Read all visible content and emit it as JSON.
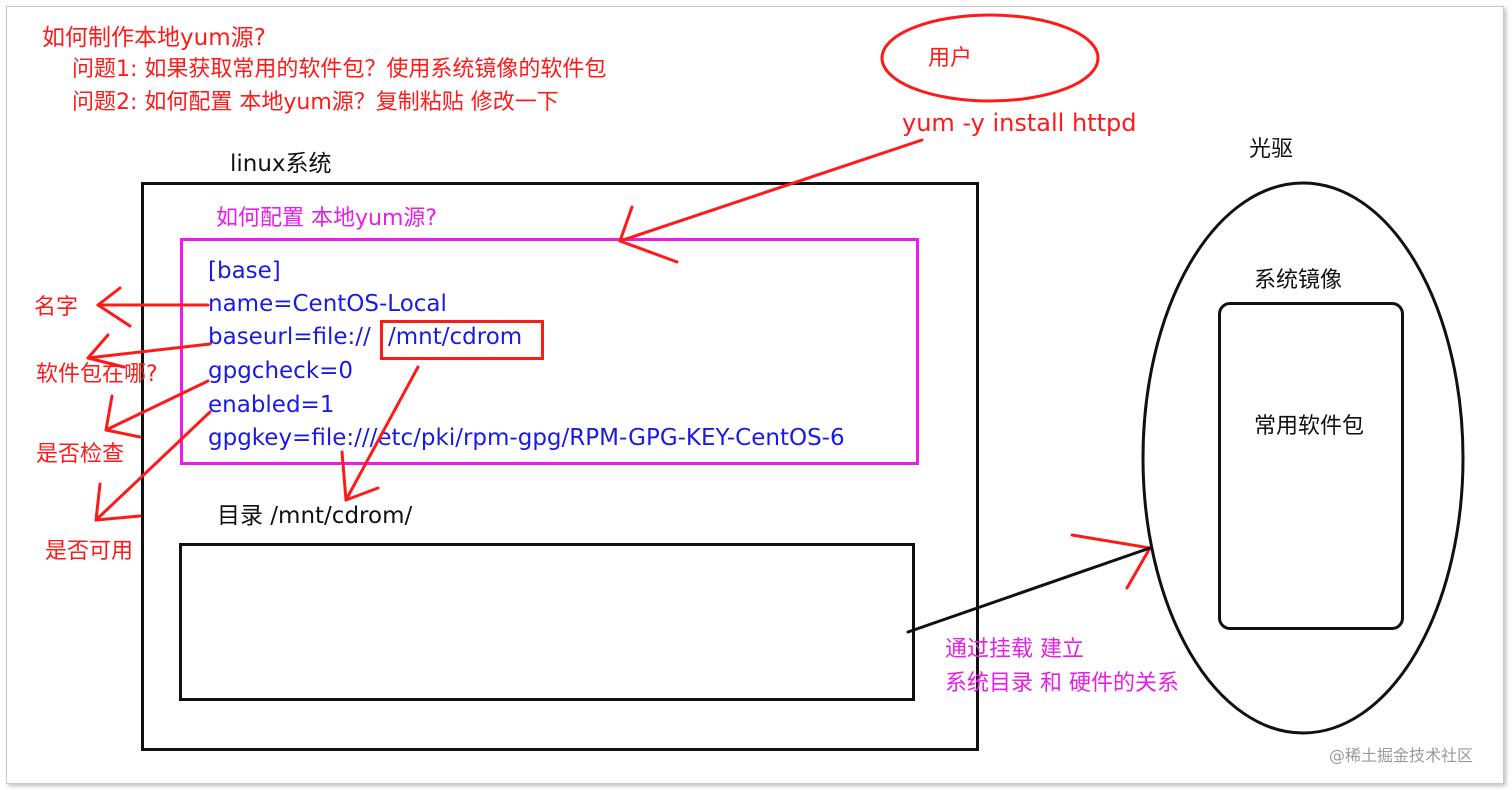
{
  "header": {
    "title": "如何制作本地yum源?",
    "q1": "问题1: 如果获取常用的软件包？使用系统镜像的软件包",
    "q2": "问题2: 如何配置 本地yum源？复制粘贴 修改一下"
  },
  "user": {
    "label": "用户",
    "command": "yum -y install httpd"
  },
  "linux_system": {
    "label": "linux系统",
    "config_heading": "如何配置 本地yum源?",
    "config_lines": [
      "[base]",
      "name=CentOS-Local",
      "baseurl=file://",
      "gpgcheck=0",
      "enabled=1",
      "gpgkey=file:///etc/pki/rpm-gpg/RPM-GPG-KEY-CentOS-6"
    ],
    "baseurl_path": "/mnt/cdrom",
    "mount_dir_label": "目录 /mnt/cdrom/"
  },
  "annotations": {
    "name": "名字",
    "package_where": "软件包在哪?",
    "check": "是否检查",
    "available": "是否可用"
  },
  "mount_note": {
    "line1": "通过挂载 建立",
    "line2": "系统目录 和 硬件的关系"
  },
  "cdrom": {
    "label": "光驱",
    "image_label": "系统镜像",
    "packages_label": "常用软件包"
  },
  "watermark": "@稀土掘金技术社区",
  "colors": {
    "red": "#ff1a1a",
    "magenta": "#e61ee6",
    "blue": "#1a1ae6",
    "black": "#111111"
  }
}
